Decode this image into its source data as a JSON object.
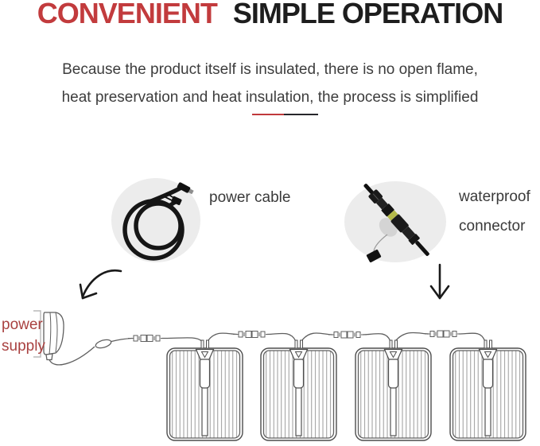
{
  "title": {
    "highlight": "CONVENIENT",
    "rest": "SIMPLE OPERATION"
  },
  "subtitle": {
    "line1": "Because the product itself is insulated, there is no open flame,",
    "line2": "heat preservation and heat insulation, the process is simplified"
  },
  "callouts": {
    "power_cable": {
      "label": "power cable",
      "icon": "coiled-power-cable-illustration"
    },
    "waterproof_connector": {
      "line1": "waterproof",
      "line2": "connector",
      "icon": "waterproof-connector-illustration"
    }
  },
  "diagram": {
    "power_supply": {
      "line1": "power",
      "line2": "supply"
    },
    "heating_panels_count": 4,
    "cable_connectors_count": 4
  },
  "colors": {
    "title_accent_red": "#c23b3d",
    "title_dark": "#1d1d1d",
    "body_text_gray": "#3d3d3d",
    "power_supply_red": "#a94140",
    "divider_red": "#c0393b",
    "divider_dark": "#26262b",
    "circle_fill": "#ececec",
    "sketch_stroke": "#5f5f5f",
    "cable_black": "#161616",
    "connector_band_olive": "#b4ba4a"
  }
}
